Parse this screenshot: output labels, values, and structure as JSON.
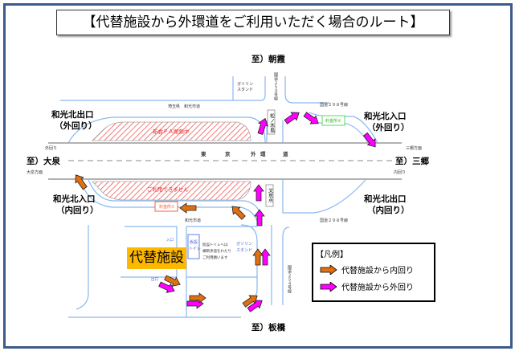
{
  "title": "【代替施設から外環道をご利用いただく場合のルート】",
  "directions": {
    "north": "至）朝霞",
    "west": "至）大泉",
    "east": "至）三郷",
    "south": "至）板橋"
  },
  "ramps": {
    "nw": [
      "和光北出口",
      "（外回り）"
    ],
    "ne": [
      "和光北入口",
      "（外回り）"
    ],
    "sw": [
      "和光北入口",
      "（内回り）"
    ],
    "se": [
      "和光北出口",
      "（内回り）"
    ]
  },
  "map_labels": {
    "expressway": [
      "東",
      "京",
      "外",
      "環",
      "道"
    ],
    "pa_closed": "新倉ＰＡ閉鎖中",
    "unavailable": "ご利用できません",
    "tollgate1": "料金所①",
    "tollgate2": "料金所②",
    "gas_station": [
      "ガソリン",
      "スタンド"
    ],
    "route254": "国道２５４号線",
    "route298": "国道２９８号線",
    "saitama_road": "埼玉県　和光市道",
    "wako_road": "和光市道",
    "matsunoki": "松ノ木島",
    "bunkyo": "文京点",
    "outer_west": "外回り",
    "oizumi_dir": "大泉方面",
    "misato_dir": "三郷方面",
    "inner_east": "内回り",
    "temp_toilet": [
      "仮設",
      "トイレ"
    ],
    "toilet_note": [
      "仮設トイレへは",
      "横断歩道をわたり",
      "ご利用願います"
    ],
    "in_label": "入口",
    "out_label": "出口",
    "alt_facility": "代替施設"
  },
  "legend": {
    "title": "【凡例】",
    "items": [
      {
        "label": "代替施設から内回り",
        "color": "#e07010"
      },
      {
        "label": "代替施設から外回り",
        "color": "#ff00ff"
      }
    ]
  },
  "colors": {
    "frame": "#3c5a8a",
    "road": "#8ab8ee",
    "hatch": "#f05050",
    "inner_arrow": "#e07010",
    "outer_arrow": "#ff00ff",
    "facility": "#ffb800"
  }
}
